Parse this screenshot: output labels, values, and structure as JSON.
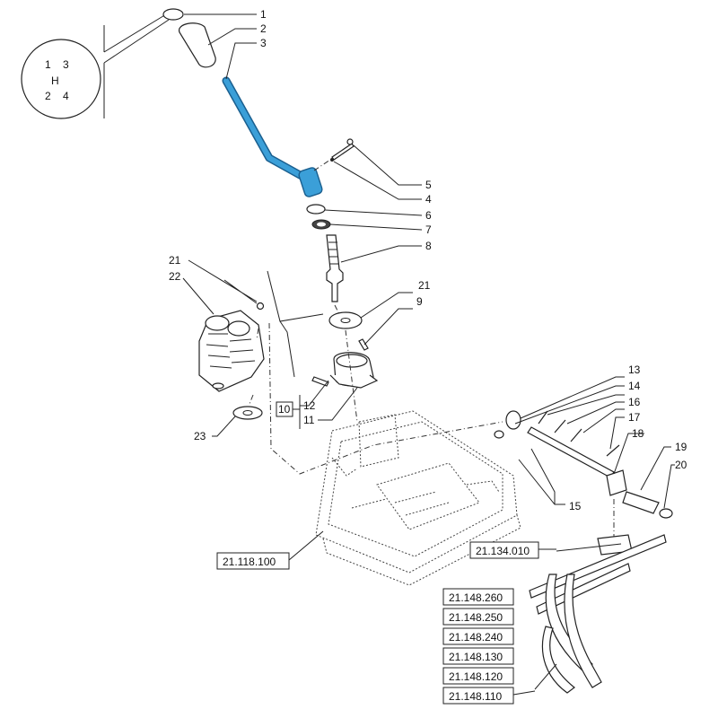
{
  "shift_pattern": {
    "top_left": "1",
    "top_right": "3",
    "middle": "H",
    "bottom_left": "2",
    "bottom_right": "4"
  },
  "callouts": [
    "1",
    "2",
    "3",
    "4",
    "5",
    "6",
    "7",
    "8",
    "9",
    "10",
    "11",
    "12",
    "13",
    "14",
    "15",
    "16",
    "17",
    "18",
    "19",
    "20",
    "21",
    "21",
    "22",
    "23"
  ],
  "references": [
    "21.118.100",
    "21.134.010",
    "21.148.260",
    "21.148.250",
    "21.148.240",
    "21.148.130",
    "21.148.120",
    "21.148.110"
  ],
  "colors": {
    "highlight": "#3b9fd8",
    "line": "#222222"
  }
}
